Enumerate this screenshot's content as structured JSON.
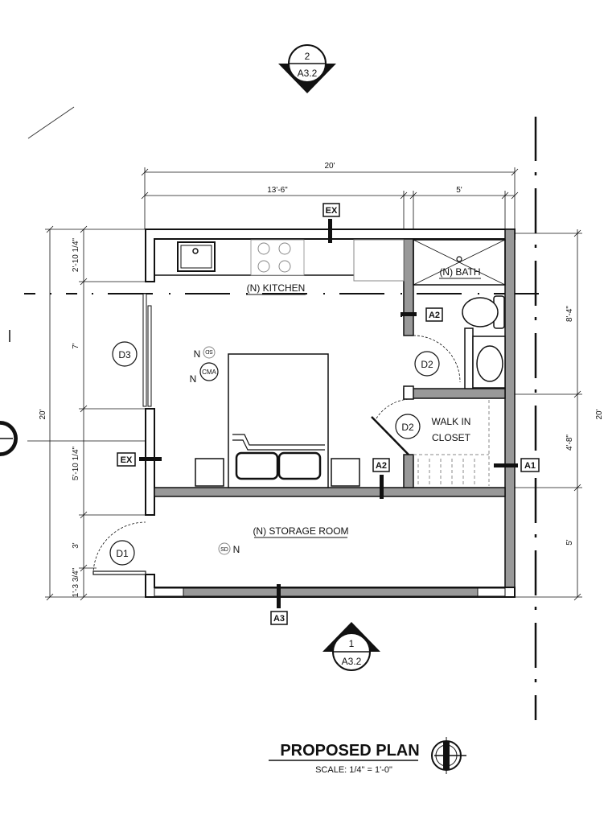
{
  "section_markers": {
    "top": {
      "number": "2",
      "sheet": "A3.2"
    },
    "bottom": {
      "number": "1",
      "sheet": "A3.2"
    }
  },
  "dimensions": {
    "top_overall": "20'",
    "top_left": "13'-6\"",
    "top_right": "5'",
    "left_overall": "20'",
    "left_1": "2'-10 1/4\"",
    "left_2": "7'",
    "left_3": "5'-10 1/4\"",
    "left_4": "3'",
    "left_5": "1'-3 3/4\"",
    "right_overall": "20'",
    "right_1": "8'-4\"",
    "right_2": "4'-8\"",
    "right_3": "5'"
  },
  "rooms": {
    "kitchen": "(N) KITCHEN",
    "bath": "(N) BATH",
    "walk_in_1": "WALK IN",
    "walk_in_2": "CLOSET",
    "storage": "(N) STORAGE ROOM"
  },
  "tags": {
    "ex_top": "EX",
    "ex_left": "EX",
    "a2_bath": "A2",
    "a2_mid": "A2",
    "a1": "A1",
    "a3": "A3"
  },
  "doors": {
    "d1": "D1",
    "d2_bath": "D2",
    "d2_closet": "D2",
    "d3": "D3"
  },
  "fixtures": {
    "n1": "N",
    "n2": "N",
    "n3": "N",
    "sd_1": "SD",
    "cma": "CMA",
    "sd_2": "SD"
  },
  "title": {
    "heading": "PROPOSED PLAN",
    "scale": "SCALE: 1/4\" = 1'-0\""
  }
}
